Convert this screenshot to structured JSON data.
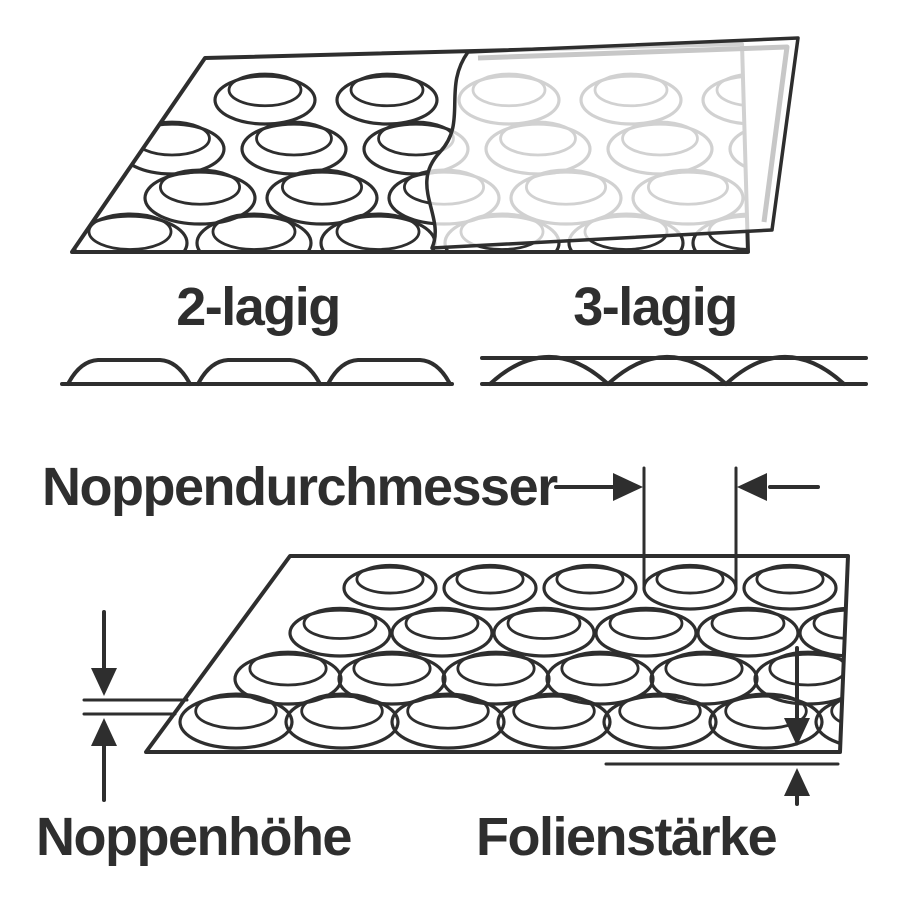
{
  "diagram": {
    "colors": {
      "line": "#2e2e2e",
      "film_gray": "#c7c7c7",
      "overlay_tint": "rgba(255,255,255,0.78)",
      "background": "#ffffff"
    },
    "labels": {
      "two_ply": "2-lagig",
      "three_ply": "3-lagig",
      "bubble_diameter": "Noppendurchmesser",
      "bubble_height": "Noppenhöhe",
      "film_thickness": "Folienstärke"
    }
  }
}
